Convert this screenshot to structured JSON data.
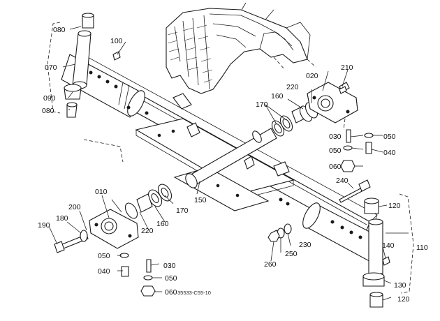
{
  "diagram": {
    "part_labels": {
      "p010": "010",
      "p020": "020",
      "p030a": "030",
      "p030b": "030",
      "p040a": "040",
      "p040b": "040",
      "p050a": "050",
      "p050b": "050",
      "p050c": "050",
      "p050d": "050",
      "p060a": "060",
      "p060b": "060",
      "p070": "070",
      "p080a": "080",
      "p080b": "080",
      "p090": "090",
      "p100": "100",
      "p110": "110",
      "p120a": "120",
      "p120b": "120",
      "p130": "130",
      "p140": "140",
      "p150": "150",
      "p160a": "160",
      "p160b": "160",
      "p170a": "170",
      "p170b": "170",
      "p180": "180",
      "p190": "190",
      "p200": "200",
      "p210": "210",
      "p220a": "220",
      "p220b": "220",
      "p230": "230",
      "p240": "240",
      "p250": "250",
      "p260": "260"
    },
    "drawing_code": "35533-C55-10"
  }
}
